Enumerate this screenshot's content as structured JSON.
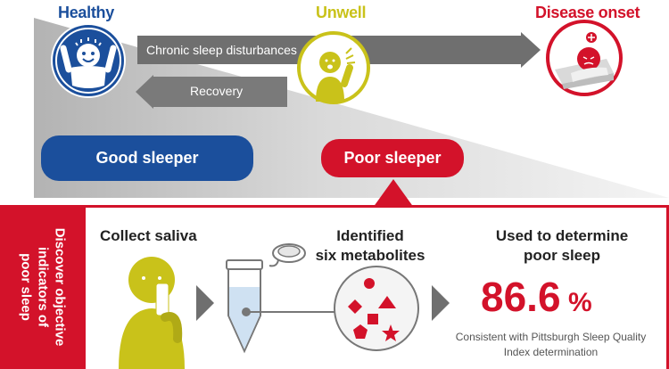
{
  "states": {
    "healthy": "Healthy",
    "unwell": "Unwell",
    "disease": "Disease onset"
  },
  "arrows": {
    "forward": "Chronic sleep disturbances",
    "back": "Recovery"
  },
  "sleepers": {
    "good": "Good sleeper",
    "poor": "Poor sleeper"
  },
  "sidebar": {
    "text_lines": [
      "Discover objective",
      "indicators of",
      "poor sleep"
    ]
  },
  "steps": {
    "collect": "Collect saliva",
    "identified_line1": "Identified",
    "identified_line2": "six metabolites",
    "used_line1": "Used to determine",
    "used_line2": "poor sleep"
  },
  "result": {
    "value": "86.6",
    "unit": "%",
    "note_line1": "Consistent with Pittsburgh Sleep Quality",
    "note_line2": "Index determination"
  },
  "colors": {
    "blue": "#1b4f9c",
    "yellow": "#c9c21a",
    "red": "#d3122a",
    "gray": "#8a8a8a"
  }
}
